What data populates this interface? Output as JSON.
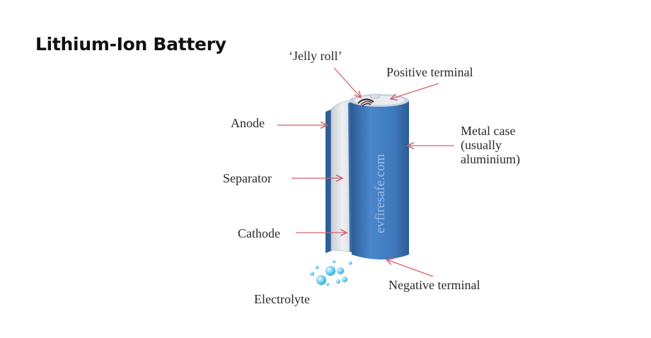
{
  "title": "Lithium-Ion Battery",
  "watermark": "evfiresafe.com",
  "labels": {
    "jelly_roll": "‘Jelly roll’",
    "positive_terminal": "Positive terminal",
    "anode": "Anode",
    "metal_case_1": "Metal case",
    "metal_case_2": "(usually",
    "metal_case_3": "aluminium)",
    "separator": "Separator",
    "cathode": "Cathode",
    "electrolyte": "Electrolyte",
    "negative_terminal": "Negative terminal"
  },
  "colors": {
    "arrow": "#d4606e",
    "case_blue": "#3f7bbd",
    "anode_layer": "#2f5f96",
    "separator_layer": "#d9dde2",
    "electrolyte": "#5cc4e8"
  }
}
